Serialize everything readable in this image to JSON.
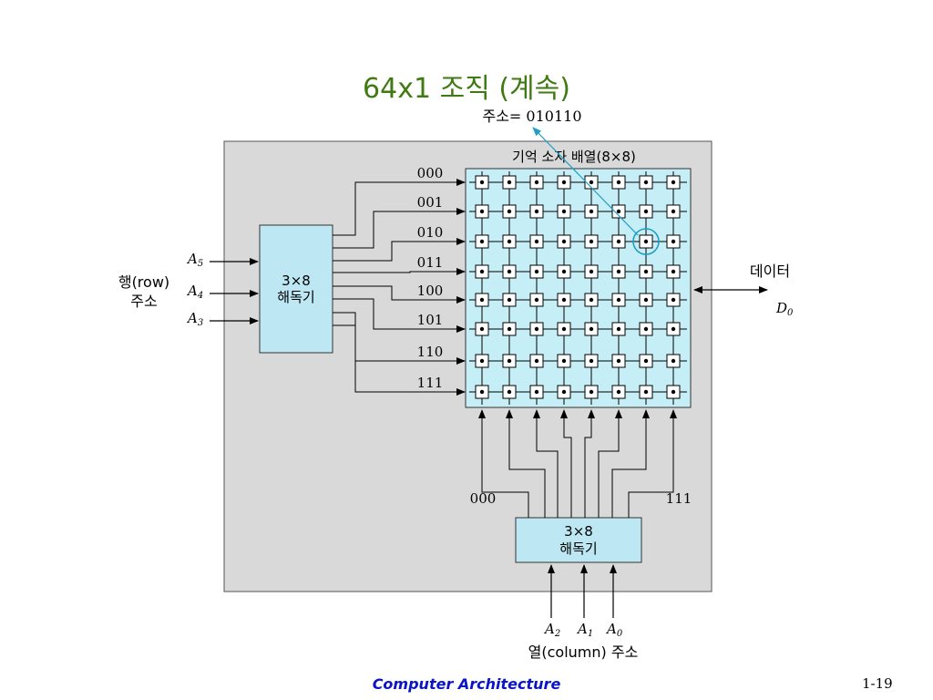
{
  "slide": {
    "title": "64x1 조직 (계속)",
    "footer": "Computer Architecture",
    "page": "1-19"
  },
  "diagram": {
    "address_label": "주소= 010110",
    "array_title": "기억 소자 배열(8×8)",
    "row_codes": [
      "000",
      "001",
      "010",
      "011",
      "100",
      "101",
      "110",
      "111"
    ],
    "row_decoder": {
      "line1": "3×8",
      "line2": "해독기"
    },
    "col_decoder": {
      "line1": "3×8",
      "line2": "해독기"
    },
    "row_address_label": {
      "line1": "행(row)",
      "line2": "주소"
    },
    "row_inputs": [
      {
        "letter": "A",
        "sub": "5"
      },
      {
        "letter": "A",
        "sub": "4"
      },
      {
        "letter": "A",
        "sub": "3"
      }
    ],
    "col_inputs": [
      {
        "letter": "A",
        "sub": "2"
      },
      {
        "letter": "A",
        "sub": "1"
      },
      {
        "letter": "A",
        "sub": "0"
      }
    ],
    "col_address_label": "열(column) 주소",
    "col_first_code": "000",
    "col_last_code": "111",
    "data_label": "데이터",
    "data_output": {
      "letter": "D",
      "sub": "0"
    },
    "selected_cell": {
      "row": 2,
      "col": 6
    },
    "colors": {
      "panel": "#d9d9d9",
      "array_fill": "#c6eef6",
      "decoder_fill": "#bde8f3",
      "highlight": "#1e9ec4",
      "title": "#3f7a12",
      "footer": "#0a14c8"
    }
  }
}
